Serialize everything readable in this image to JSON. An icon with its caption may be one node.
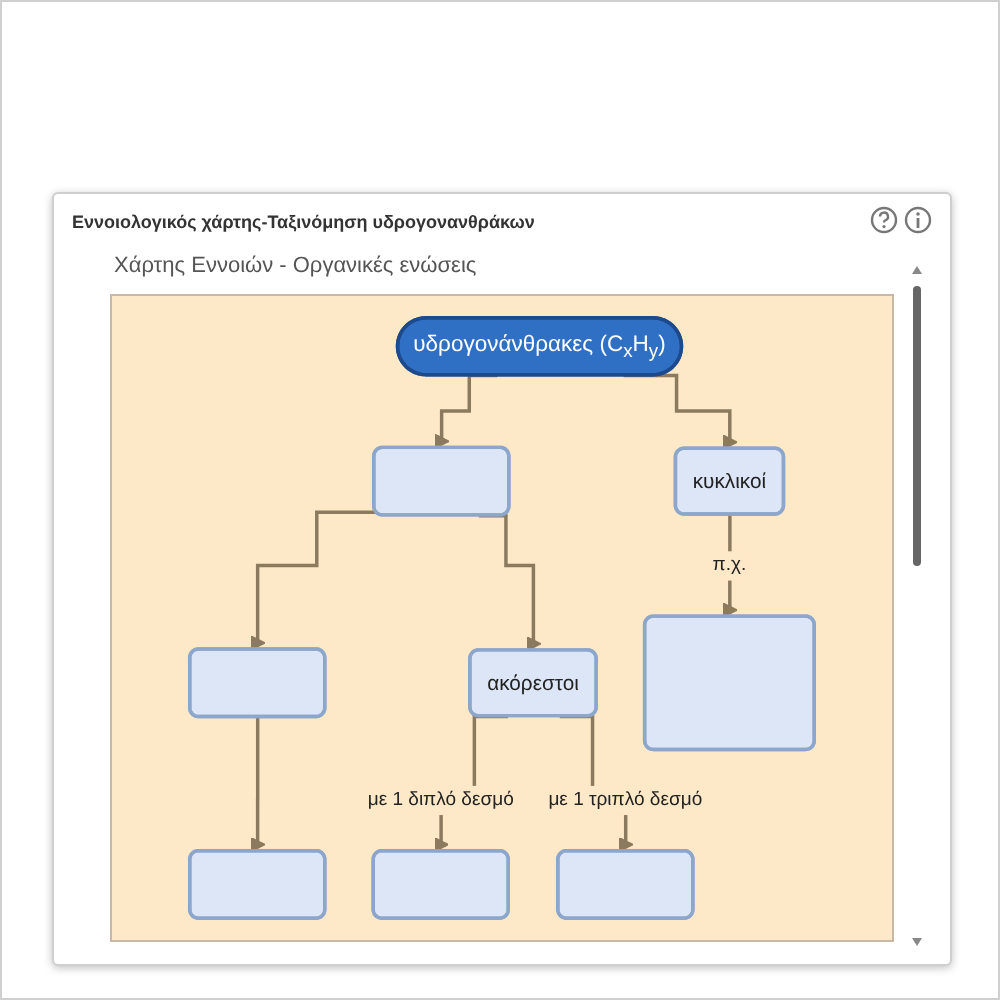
{
  "diagram": {
    "title": "Εννοιολογικός χάρτης-Ταξινόμηση υδρογονανθράκων",
    "nodes": [
      {
        "text": [
          "υδρογονάνθρακες (C$_{x}$H$_{y}$)"
        ]
      },
      {
        "text": [],
        "shape": "box"
      },
      {
        "text": [
          "κυκλικοί"
        ]
      },
      {
        "text": [],
        "shape": "box"
      },
      {
        "text": [
          "ακόρεστοι"
        ]
      },
      {
        "text": [],
        "shape": "box"
      },
      {
        "text": [],
        "shape": "box"
      },
      {
        "text": [],
        "shape": "box"
      },
      {
        "text": [],
        "shape": "box"
      }
    ],
    "edges": [
      {
        "from": 0,
        "to": 1,
        "arrow": "to"
      },
      {
        "from": 0,
        "to": 2,
        "arrow": "to"
      },
      {
        "from": 1,
        "to": 3,
        "arrow": "to"
      },
      {
        "from": 1,
        "to": 4,
        "arrow": "to"
      },
      {
        "from": 2,
        "to": 5,
        "arrow": "to",
        "label": "π.χ."
      },
      {
        "from": 3,
        "to": 6,
        "arrow": "to"
      },
      {
        "from": 4,
        "to": 7,
        "arrow": "to",
        "label": "με 1 διπλό δεσμό"
      },
      {
        "from": 4,
        "to": 8,
        "arrow": "to",
        "label": "με 1 τριπλό δεσμό"
      }
    ],
    "labels": [
      "Χάρτης Εννοιών - Οργανικές ενώσεις"
    ]
  }
}
